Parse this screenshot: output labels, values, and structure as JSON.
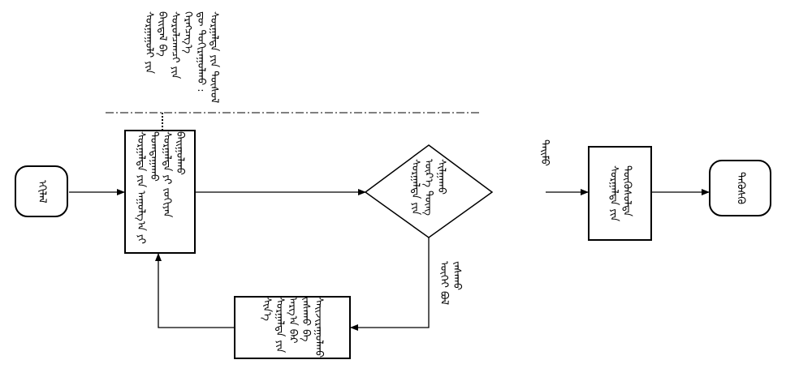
{
  "nodes": {
    "start": "ᠡᠬᠢᠯᠡᠯ",
    "process_main": "ᠰᠤᠷᠭᠠᠯᠲᠠ ᠶᠢᠨ ᠠᠭᠤᠯᠭ᠎ᠠ ᠶᠢ ᠲᠣᠭᠲᠠᠭᠠᠬᠤ\nᠰᠤᠷᠭᠠᠯᠲᠠ ᠶᠢ ᠵᠣᠬᠢᠶᠠᠨ ᠪᠠᠢᠭᠤᠯᠬᠤ",
    "decision": "ᠰᠤᠷᠭᠠᠯᠲᠠ ᠶᠢᠨ ᠦᠷ᠎ᠡ ᠳᠦᠩ\nᠰᠢᠯᠭᠠᠬᠤ",
    "feedback": "ᠰᠢᠨ᠎ᠡ ᠰᠤᠷᠭᠠᠯᠲᠠ ᠶᠢᠨ\nᠠᠷᠭ᠎ᠠ ᠪᠠᠷ ᠵᠠᠰᠠᠬᠤ ᠪᠠ\nᠰᠠᠢᠵᠢᠷᠠᠭᠤᠯᠬᠤ",
    "final": "ᠰᠤᠷᠭᠠᠯᠲᠠ ᠶᠢᠨ\nᠲᠥᠭᠦᠰᠦᠯᠲᠡ",
    "end": "ᠲᠡᠭᠦᠰᠬᠦ"
  },
  "labels": {
    "top_note": "ᠰᠤᠷᠭᠠᠭᠤᠯᠢ ᠶᠢᠨ ᠪᠠᠢᠳᠠᠯ ᠪᠠ\nᠰᠤᠷᠤᠯᠴᠠᠭᠴᠢ ᠶᠢᠨ ᠬᠡᠷᠡᠭᠴᠡᠭ᠎ᠡ\nᠳᠦ ᠲᠣᠬᠢᠷᠠᠭᠤᠯᠬᠤ :\nᠰᠤᠷᠭᠠᠯᠲᠠ ᠶᠢᠨ ᠲᠥᠰᠥᠯ",
    "yes_branch": "ᠲᠡᠢᠮᠦ",
    "no_branch": "ᠦᠭᠡᠢ ᠪᠣᠯ\nᠵᠠᠰᠠᠬᠤ"
  }
}
